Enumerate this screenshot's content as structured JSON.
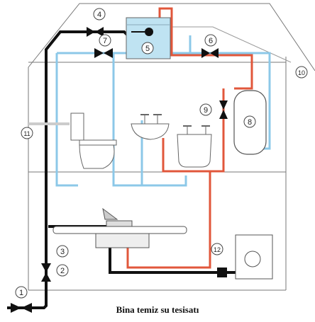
{
  "caption": "Bina temiz su tesisatı",
  "colors": {
    "cold_water": "#8cc8e8",
    "hot_water": "#e1573b",
    "supply_pipe": "#111111",
    "tank_water": "#bfe3f2",
    "building_line": "#777777"
  },
  "labels": [
    {
      "id": "1",
      "text": "1"
    },
    {
      "id": "2",
      "text": "2"
    },
    {
      "id": "3",
      "text": "3"
    },
    {
      "id": "4",
      "text": "4"
    },
    {
      "id": "5",
      "text": "5"
    },
    {
      "id": "6",
      "text": "6"
    },
    {
      "id": "7",
      "text": "7"
    },
    {
      "id": "8",
      "text": "8"
    },
    {
      "id": "9",
      "text": "9"
    },
    {
      "id": "10",
      "text": "10"
    },
    {
      "id": "11",
      "text": "11"
    },
    {
      "id": "12",
      "text": "12"
    }
  ]
}
